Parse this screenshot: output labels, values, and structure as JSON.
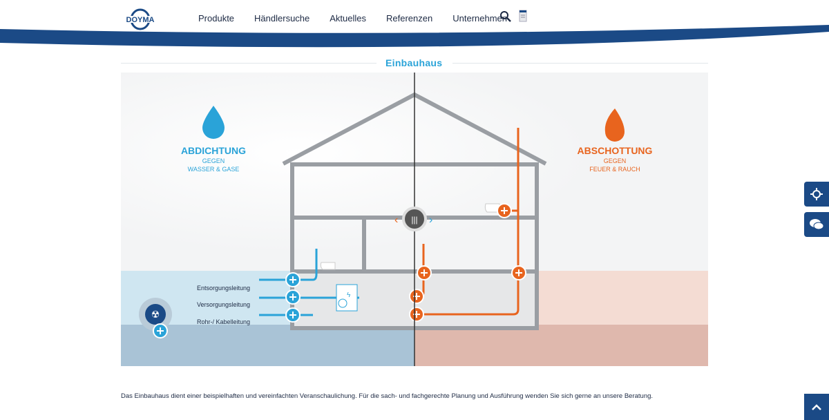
{
  "header": {
    "logo": "DOYMA",
    "nav": [
      "Produkte",
      "Händlersuche",
      "Aktuelles",
      "Referenzen",
      "Unternehmen"
    ]
  },
  "section_title": "Einbauhaus",
  "left": {
    "title": "ABDICHTUNG",
    "sub1": "GEGEN",
    "sub2": "WASSER & GASE"
  },
  "right": {
    "title": "ABSCHOTTUNG",
    "sub1": "GEGEN",
    "sub2": "FEUER & RAUCH"
  },
  "lines": [
    "Entsorgungsleitung",
    "Versorgungsleitung",
    "Rohr-/ Kabelleitung"
  ],
  "footnote": "Das Einbauhaus dient einer beispielhaften und vereinfachten Veranschaulichung. Für die sach- und fachgerechte Planung und Ausführung wenden Sie sich gerne an unsere Beratung.",
  "colors": {
    "brand": "#1b4a86",
    "water": "#2aa3d8",
    "fire": "#e8641e"
  }
}
